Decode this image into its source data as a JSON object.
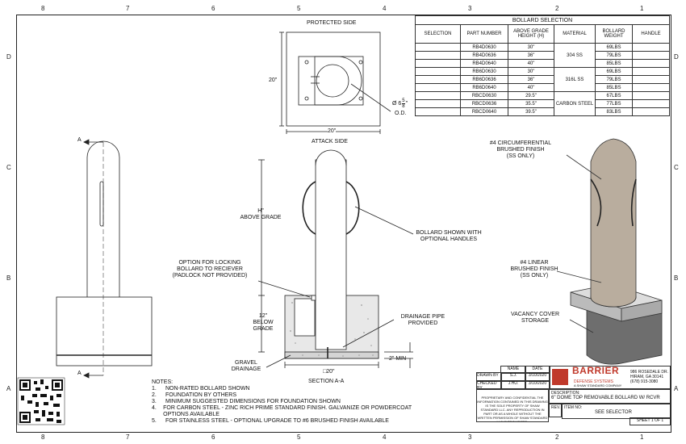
{
  "zones": {
    "top": [
      "8",
      "7",
      "6",
      "5",
      "4",
      "3",
      "2",
      "1"
    ],
    "bottom": [
      "8",
      "7",
      "6",
      "5",
      "4",
      "3",
      "2",
      "1"
    ],
    "left": [
      "D",
      "C",
      "B",
      "A"
    ],
    "right": [
      "D",
      "C",
      "B",
      "A"
    ]
  },
  "top_view": {
    "title": "PROTECTED SIDE",
    "height_dim": "20\"",
    "width_dim": "20\"",
    "bottom_label": "ATTACK SIDE",
    "diameter_prefix": "Ø 6",
    "diameter_frac_num": "5",
    "diameter_frac_den": "8",
    "diameter_suffix": "\"",
    "od": "O.D."
  },
  "section": {
    "height_label_1": "H\"",
    "height_label_2": "ABOVE GRADE",
    "below_1": "12\"",
    "below_2": "BELOW",
    "below_3": "GRADE",
    "gravel_1": "GRAVEL",
    "gravel_2": "DRAINAGE",
    "width_dim": "20\"",
    "min": "2\" MIN",
    "title": "SECTION A-A",
    "handles_1": "BOLLARD SHOWN WITH",
    "handles_2": "OPTIONAL HANDLES",
    "lock_1": "OPTION FOR LOCKING",
    "lock_2": "BOLLARD TO RECIEVER",
    "lock_3": "(PADLOCK NOT PROVIDED)",
    "drain_1": "DRAINAGE PIPE",
    "drain_2": "PROVIDED",
    "section_mark": "A"
  },
  "iso": {
    "circ_1": "#4 CIRCUMFERENTIAL",
    "circ_2": "BRUSHED FINISH",
    "circ_3": "(SS ONLY)",
    "lin_1": "#4 LINEAR",
    "lin_2": "BRUSHED FINISH",
    "lin_3": "(SS ONLY)",
    "cover_1": "VACANCY COVER",
    "cover_2": "STORAGE"
  },
  "table": {
    "title": "BOLLARD SELECTION",
    "headers": [
      "SELECTION",
      "PART NUMBER",
      "ABOVE GRADE HEIGHT (H)",
      "MATERIAL",
      "BOLLARD WEIGHT",
      "HANDLE"
    ],
    "rows": [
      {
        "part": "RB4D0630",
        "height": "30\"",
        "weight": "69LBS"
      },
      {
        "part": "RB4D0636",
        "height": "36\"",
        "weight": "79LBS"
      },
      {
        "part": "RB4D0640",
        "height": "40\"",
        "weight": "85LBS"
      },
      {
        "part": "RB6D0630",
        "height": "30\"",
        "weight": "69LBS"
      },
      {
        "part": "RB6D0636",
        "height": "36\"",
        "weight": "79LBS"
      },
      {
        "part": "RB6D0640",
        "height": "40\"",
        "weight": "85LBS"
      },
      {
        "part": "RBCD0630",
        "height": "29.5\"",
        "weight": "67LBS"
      },
      {
        "part": "RBCD0636",
        "height": "35.5\"",
        "weight": "77LBS"
      },
      {
        "part": "RBCD0640",
        "height": "39.5\"",
        "weight": "83LBS"
      }
    ],
    "materials": [
      "304 SS",
      "316L SS",
      "CARBON STEEL"
    ]
  },
  "notes": {
    "title": "NOTES:",
    "items": [
      "NON-RATED BOLLARD SHOWN",
      "FOUNDATION BY OTHERS",
      "MINIMUM SUGGESTED DIMENSIONS FOR FOUNDATION SHOWN",
      "FOR CARBON STEEL - ZINC RICH PRIME STANDARD FINISH. GALVANIZE OR POWDERCOAT OPTIONS AVAILABLE",
      "FOR STAINLESS STEEL - OPTIONAL UPGRADE TO #6 BRUSHED FINISH AVAILABLE"
    ]
  },
  "title_block": {
    "name_hdr": "NAME",
    "date_hdr": "DATE",
    "drawn_by": "DRAWN BY",
    "drawn_name": "S.J.",
    "drawn_date": "3/10/2020",
    "checked_by": "CHECKED BY",
    "checked_name": "J.HU.",
    "checked_date": "3/10/2020",
    "brand": "BARRIER",
    "brand_sub": "DEFENSE SYSTEMS",
    "brand_tag": "A SHAW STANDARD COMPANY",
    "address_1": "986 ROSEDALE DR.",
    "address_2": "HIRAM, GA 30141",
    "address_3": "(678) 915-3080",
    "confidential": "PROPRIETARY AND CONFIDENTIAL THE INFORMATION CONTAINED IN THIS DRAWING IS THE SOLE PROPERTY OF SHAW STANDARD LLC. ANY REPRODUCTION IN PART OR AS A WHOLE WITHOUT THE WRITTEN PERMISSION OF SHAW STANDARD LLC IS PROHIBITED.",
    "desc_label": "DESCRIPTION:",
    "desc": "6\" DOME TOP REMOVABLE BOLLARD W/ RCVR",
    "rev": "REV.",
    "item_no": "ITEM NO:",
    "item_val": "SEE SELECTOR",
    "sheet": "SHEET 1 OF 1"
  },
  "colors": {
    "brand_red": "#c0392b",
    "bollard_tan": "#b9ad9e",
    "concrete": "#e8e8e8"
  }
}
